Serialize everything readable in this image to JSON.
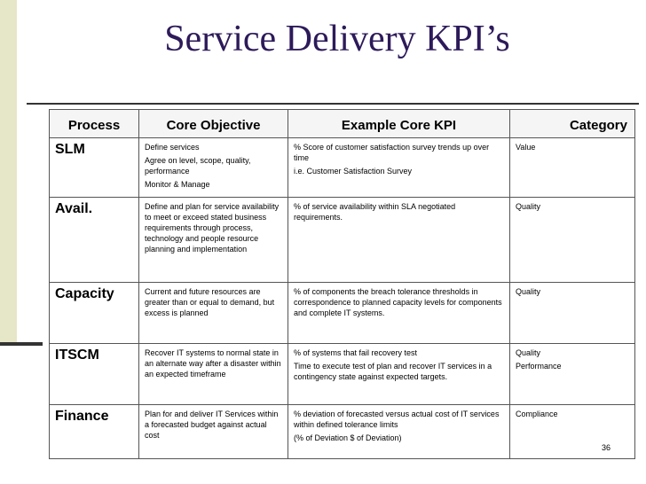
{
  "slide": {
    "title": "Service Delivery KPI’s",
    "page_number": "36"
  },
  "table": {
    "headers": [
      "Process",
      "Core Objective",
      "Example Core KPI",
      "Category"
    ],
    "rows": [
      {
        "process": "SLM",
        "objective": [
          "Define services",
          "Agree on level, scope,  quality, performance",
          "Monitor & Manage"
        ],
        "kpi": [
          "% Score of customer satisfaction survey trends up over time",
          "i.e. Customer Satisfaction Survey"
        ],
        "category": [
          "Value"
        ]
      },
      {
        "process": "Avail.",
        "objective": [
          "Define and plan for service availability to meet or exceed stated business requirements through process, technology and people resource planning and implementation"
        ],
        "kpi": [
          "% of service availability within SLA negotiated requirements."
        ],
        "category": [
          "Quality"
        ]
      },
      {
        "process": "Capacity",
        "objective": [
          "Current and future resources are greater than or equal to demand, but excess is planned"
        ],
        "kpi": [
          "% of components the breach tolerance thresholds in correspondence to planned capacity levels for components and complete IT systems."
        ],
        "category": [
          "Quality"
        ]
      },
      {
        "process": "ITSCM",
        "objective": [
          "Recover IT systems to normal state in an alternate way after a disaster within an expected timeframe"
        ],
        "kpi": [
          "% of systems that fail recovery test",
          "Time to execute test of plan and recover IT services in a contingency state against expected targets."
        ],
        "category": [
          "Quality",
          "Performance"
        ]
      },
      {
        "process": "Finance",
        "objective": [
          "Plan for and deliver IT Services within a forecasted budget against actual cost"
        ],
        "kpi": [
          "% deviation of forecasted versus actual cost of IT services within defined tolerance limits",
          "(% of Deviation $ of Deviation)"
        ],
        "category": [
          "Compliance"
        ]
      }
    ]
  }
}
